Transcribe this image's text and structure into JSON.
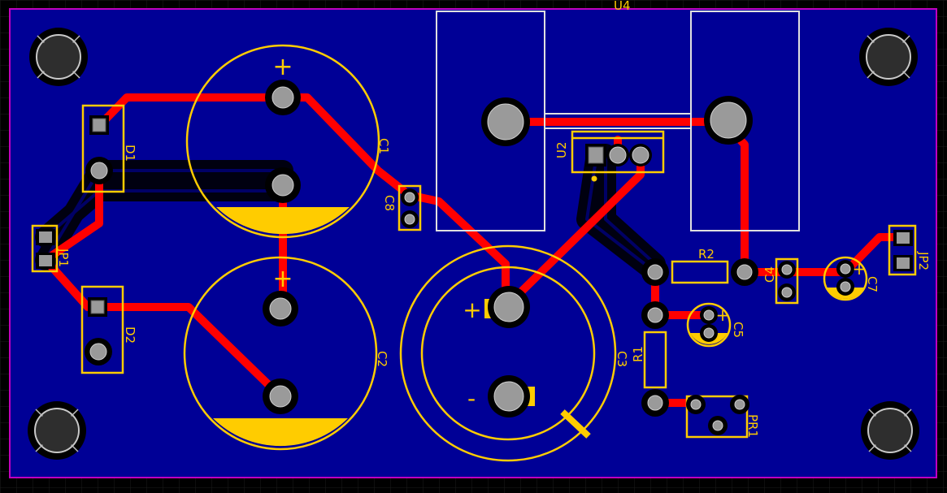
{
  "labels": {
    "U4": "U4",
    "U2": "U2",
    "D1": "D1",
    "D2": "D2",
    "C1": "C1",
    "C2": "C2",
    "C3": "C3",
    "C4": "C4",
    "C5": "C5",
    "C7": "C7",
    "C8": "C8",
    "R1": "R1",
    "R2": "R2",
    "PR1": "PR1",
    "JP1": "JP1",
    "JP2": "JP2"
  },
  "marks": {
    "plus": "+",
    "minus": "-"
  },
  "colors": {
    "background": "#000000",
    "grid": "#1a1a1a",
    "board_fill": "#000096",
    "board_outline": "#c000c0",
    "copper_top": "#ff0000",
    "silkscreen": "#ffcc00",
    "outline_white": "#e0e0e0",
    "pad": "#a0a0a0"
  }
}
